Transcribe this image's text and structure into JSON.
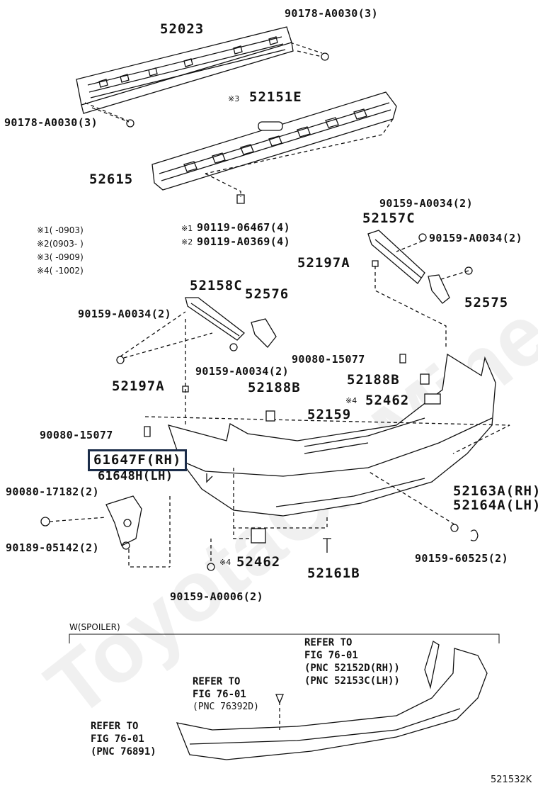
{
  "watermark": "ToyotaCarMine.ru",
  "diagram_code": "521532K",
  "section_label": "W(SPOILER)",
  "legend": [
    {
      "mark": "※1",
      "range": "(       -0903)"
    },
    {
      "mark": "※2",
      "range": "(0903-        )"
    },
    {
      "mark": "※3",
      "range": "(       -0909)"
    },
    {
      "mark": "※4",
      "range": "(       -1002)"
    }
  ],
  "labels": {
    "p52023": "52023",
    "p90178_top": "90178-A0030(3)",
    "p90178_left": "90178-A0030(3)",
    "p52151e_mark": "※3",
    "p52151e": "52151E",
    "p52615": "52615",
    "p90119_1_mark": "※1",
    "p90119_1": "90119-06467(4)",
    "p90119_2_mark": "※2",
    "p90119_2": "90119-A0369(4)",
    "p90159_a0034_top": "90159-A0034(2)",
    "p52157c": "52157C",
    "p90159_a0034_right": "90159-A0034(2)",
    "p52197a_right": "52197A",
    "p52575": "52575",
    "p52158c": "52158C",
    "p52576": "52576",
    "p90159_a0034_left": "90159-A0034(2)",
    "p90080_15077_right": "90080-15077",
    "p90159_a0034_mid": "90159-A0034(2)",
    "p52188b_right": "52188B",
    "p52197a_left": "52197A",
    "p52188b_left": "52188B",
    "p52462_right_mark": "※4",
    "p52462_right": "52462",
    "p52159": "52159",
    "p90080_15077_left": "90080-15077",
    "p61647f": "61647F(RH)",
    "p61648h": "61648H(LH)",
    "p90080_17182": "90080-17182(2)",
    "p52163a": "52163A(RH)",
    "p52164a": "52164A(LH)",
    "p90189_05142": "90189-05142(2)",
    "p90159_60525": "90159-60525(2)",
    "p52462_bottom_mark": "※4",
    "p52462_bottom": "52462",
    "p52161b": "52161B",
    "p90159_a0006": "90159-A0006(2)"
  },
  "references": [
    {
      "line1": "REFER TO",
      "line2": "FIG 76-01",
      "line3": "(PNC 52152D(RH))",
      "line4": "(PNC 52153C(LH))"
    },
    {
      "line1": "REFER TO",
      "line2": "FIG 76-01",
      "line3": "(PNC 76392D)"
    },
    {
      "line1": "REFER TO",
      "line2": "FIG 76-01",
      "line3": "(PNC 76891)"
    }
  ]
}
